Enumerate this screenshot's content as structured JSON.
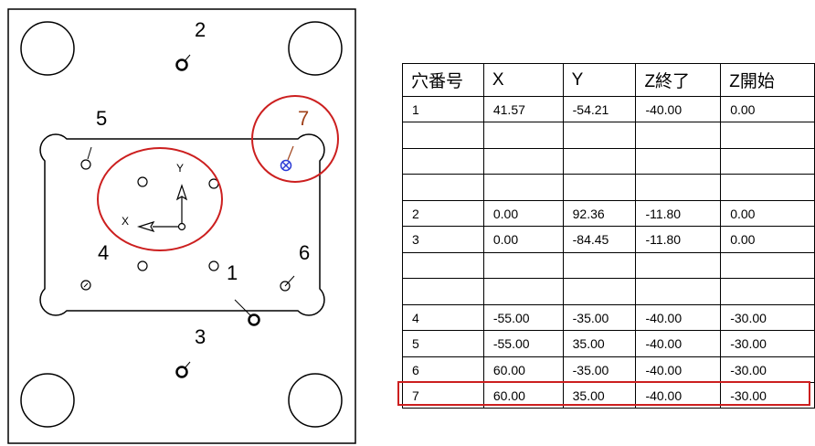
{
  "colors": {
    "highlight": "#cc1f1f",
    "hole7_label": "#a0421a",
    "hole7_marker": "#2b3bd6"
  },
  "drawing": {
    "hole_labels": [
      "2",
      "5",
      "7",
      "4",
      "6",
      "1",
      "3"
    ],
    "axis_y": "Y",
    "axis_x": "X"
  },
  "table": {
    "headers": [
      "穴番号",
      "X",
      "Y",
      "Z終了",
      "Z開始"
    ],
    "rows": [
      [
        "1",
        "41.57",
        "-54.21",
        "-40.00",
        "0.00"
      ],
      [
        "",
        "",
        "",
        "",
        ""
      ],
      [
        "",
        "",
        "",
        "",
        ""
      ],
      [
        "",
        "",
        "",
        "",
        ""
      ],
      [
        "2",
        "0.00",
        "92.36",
        "-11.80",
        "0.00"
      ],
      [
        "3",
        "0.00",
        "-84.45",
        "-11.80",
        "0.00"
      ],
      [
        "",
        "",
        "",
        "",
        ""
      ],
      [
        "",
        "",
        "",
        "",
        ""
      ],
      [
        "4",
        "-55.00",
        "-35.00",
        "-40.00",
        "-30.00"
      ],
      [
        "5",
        "-55.00",
        "35.00",
        "-40.00",
        "-30.00"
      ],
      [
        "6",
        "60.00",
        "-35.00",
        "-40.00",
        "-30.00"
      ],
      [
        "7",
        "60.00",
        "35.00",
        "-40.00",
        "-30.00"
      ]
    ],
    "highlighted_row": "7"
  }
}
